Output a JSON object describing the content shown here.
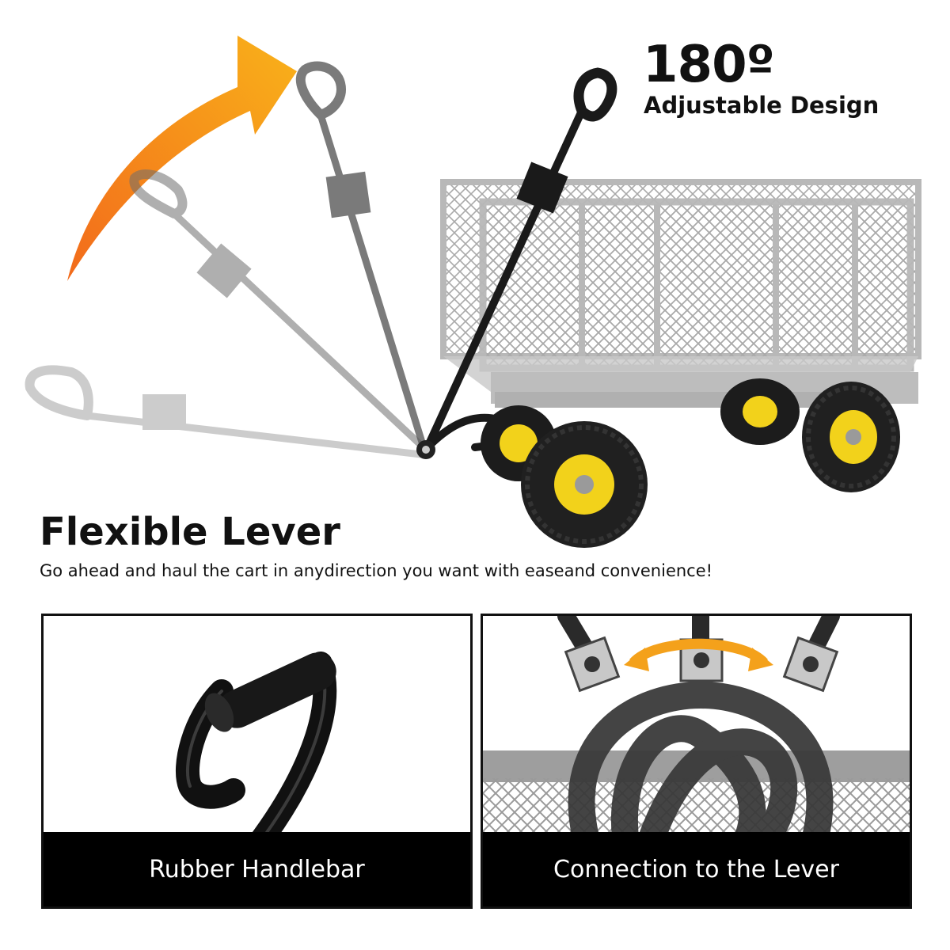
{
  "hero": {
    "angle_title": "180º",
    "angle_subtitle": "Adjustable Design"
  },
  "feature": {
    "title": "Flexible Lever",
    "description": "Go ahead and haul the cart in anydirection you want with easeand convenience!"
  },
  "panels": [
    {
      "caption": "Rubber Handlebar"
    },
    {
      "caption": "Connection to the Lever"
    }
  ],
  "colors": {
    "arrow_start": "#f26a1b",
    "arrow_end": "#f9b21a",
    "wheel_hub": "#f2d21b",
    "cart_frame": "#b8b8b8",
    "handle_dark": "#1a1a1a"
  },
  "icons": [
    "rotation-arrow-icon",
    "double-arrow-icon"
  ]
}
